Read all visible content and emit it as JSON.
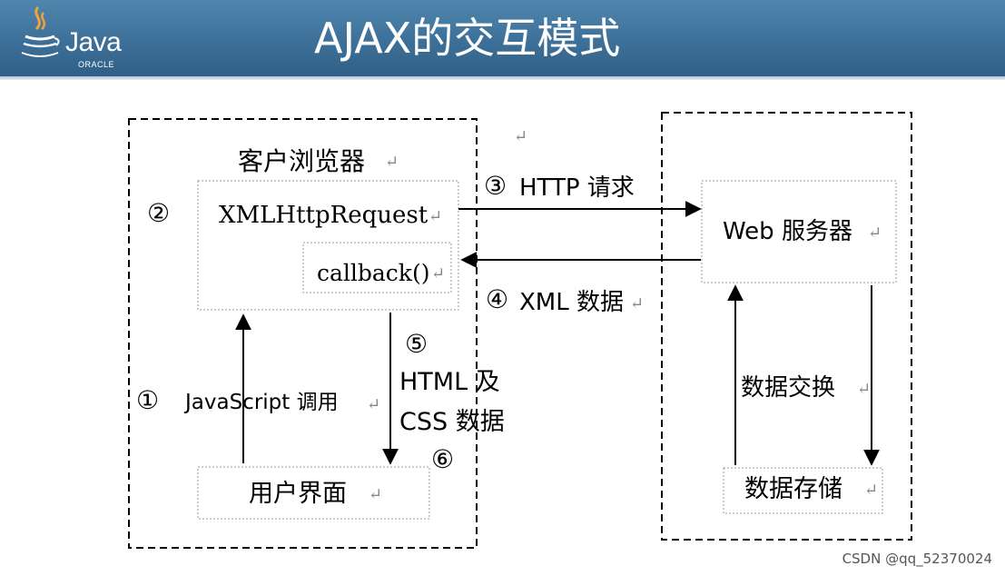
{
  "header": {
    "title": "AJAX的交互模式",
    "logo": {
      "brand": "Java",
      "company": "ORACLE"
    }
  },
  "client": {
    "title": "客户浏览器",
    "xhr_label": "XMLHttpRequest",
    "callback_label": "callback()",
    "ui_label": "用户界面"
  },
  "server": {
    "web_label": "Web 服务器",
    "storage_label": "数据存储"
  },
  "steps": {
    "s1_marker": "①",
    "s1_label": "JavaScript 调用",
    "s2_marker": "②",
    "s3_marker": "③",
    "s3_label": "HTTP 请求",
    "s4_marker": "④",
    "s4_label": "XML 数据",
    "s5_marker": "⑤",
    "s5_label_line1": "HTML 及",
    "s5_label_line2": "CSS 数据",
    "s6_marker": "⑥",
    "exchange_label": "数据交换"
  },
  "paragraph_mark": "↵",
  "watermark": "CSDN @qq_52370024"
}
